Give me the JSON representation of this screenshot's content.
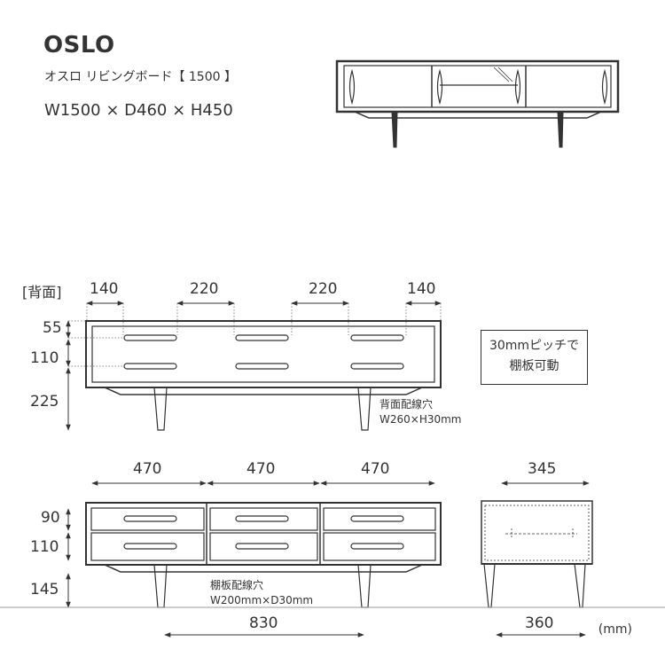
{
  "title": "OSLO",
  "subtitle": "オスロ リビングボード【 1500 】",
  "dimensions": "W1500 × D460 × H450",
  "back_view": {
    "label": "[背面]",
    "top_dims": [
      "140",
      "220",
      "220",
      "140"
    ],
    "side_dims": [
      "55",
      "110",
      "225"
    ],
    "hole_caption_line1": "背面配線穴",
    "hole_caption_line2": "W260×H30mm"
  },
  "shelf_note": {
    "line1": "30mmピッチで",
    "line2": "棚板可動"
  },
  "front_view": {
    "top_dims": [
      "470",
      "470",
      "470"
    ],
    "side_dims": [
      "90",
      "110",
      "145"
    ],
    "hole_caption_line1": "棚板配線穴",
    "hole_caption_line2": "W200mm×D30mm",
    "bottom_dim": "830"
  },
  "side_view": {
    "top_dim": "345",
    "bottom_dim": "360"
  },
  "unit": "(mm)"
}
